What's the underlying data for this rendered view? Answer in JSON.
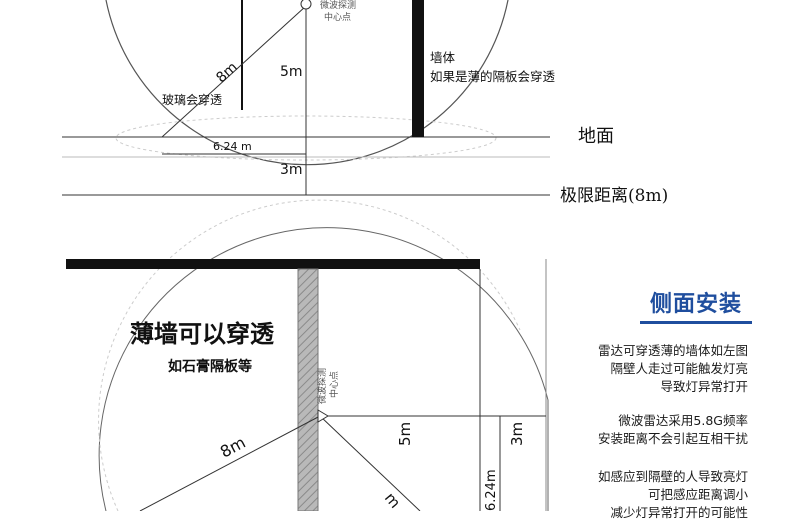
{
  "top_diagram": {
    "center_label": [
      "微波探测",
      "中心点"
    ],
    "radius_label": "8m",
    "height_label": "5m",
    "depth_label": "3m",
    "chord_label": "6.24 m",
    "glass_label": "玻璃会穿透",
    "wall_title": "墙体",
    "wall_desc": "如果是薄的隔板会穿透",
    "ground_label": "地面",
    "limit_label": "极限距离(8m)"
  },
  "bottom_diagram": {
    "thin_wall_title": "薄墙可以穿透",
    "thin_wall_sub": "如石膏隔板等",
    "center_label": [
      "微波探测",
      "中心点"
    ],
    "radius_label": "8m",
    "dist_label_5m": "5m",
    "dist_label_3m": "3m",
    "chord_label": "6.24m",
    "partial_label": "m"
  },
  "side_panel": {
    "title": "侧面安装",
    "paragraphs": [
      [
        "雷达可穿透薄的墙体如左图",
        "隔壁人走过可能触发灯亮",
        "导致灯异常打开"
      ],
      [
        "微波雷达采用5.8G频率",
        "安装距离不会引起互相干扰"
      ],
      [
        "如感应到隔壁的人导致亮灯",
        "可把感应距离调小",
        "减少灯异常打开的可能性"
      ]
    ]
  }
}
